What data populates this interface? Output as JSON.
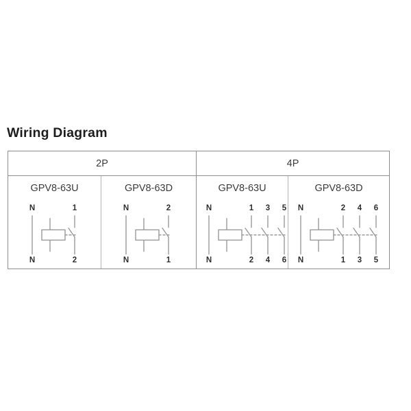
{
  "page": {
    "title": "Wiring Diagram",
    "background_color": "#ffffff",
    "text_color": "#3c3c3c",
    "border_color": "#8d8d8d",
    "line_color": "#9a9a9a"
  },
  "table": {
    "header": [
      {
        "label": "2P",
        "span": 2
      },
      {
        "label": "4P",
        "span": 2
      }
    ],
    "cells": [
      {
        "model": "GPV8-63U",
        "pole_group": "2P",
        "poles": 2,
        "switched_poles": 1,
        "top_terminals": [
          "N",
          "1"
        ],
        "bottom_terminals": [
          "N",
          "2"
        ]
      },
      {
        "model": "GPV8-63D",
        "pole_group": "2P",
        "poles": 2,
        "switched_poles": 1,
        "top_terminals": [
          "N",
          "2"
        ],
        "bottom_terminals": [
          "N",
          "1"
        ]
      },
      {
        "model": "GPV8-63U",
        "pole_group": "4P",
        "poles": 4,
        "switched_poles": 3,
        "top_terminals": [
          "N",
          "1",
          "3",
          "5"
        ],
        "bottom_terminals": [
          "N",
          "2",
          "4",
          "6"
        ]
      },
      {
        "model": "GPV8-63D",
        "pole_group": "4P",
        "poles": 4,
        "switched_poles": 3,
        "top_terminals": [
          "N",
          "2",
          "4",
          "6"
        ],
        "bottom_terminals": [
          "N",
          "1",
          "3",
          "5"
        ]
      }
    ]
  }
}
